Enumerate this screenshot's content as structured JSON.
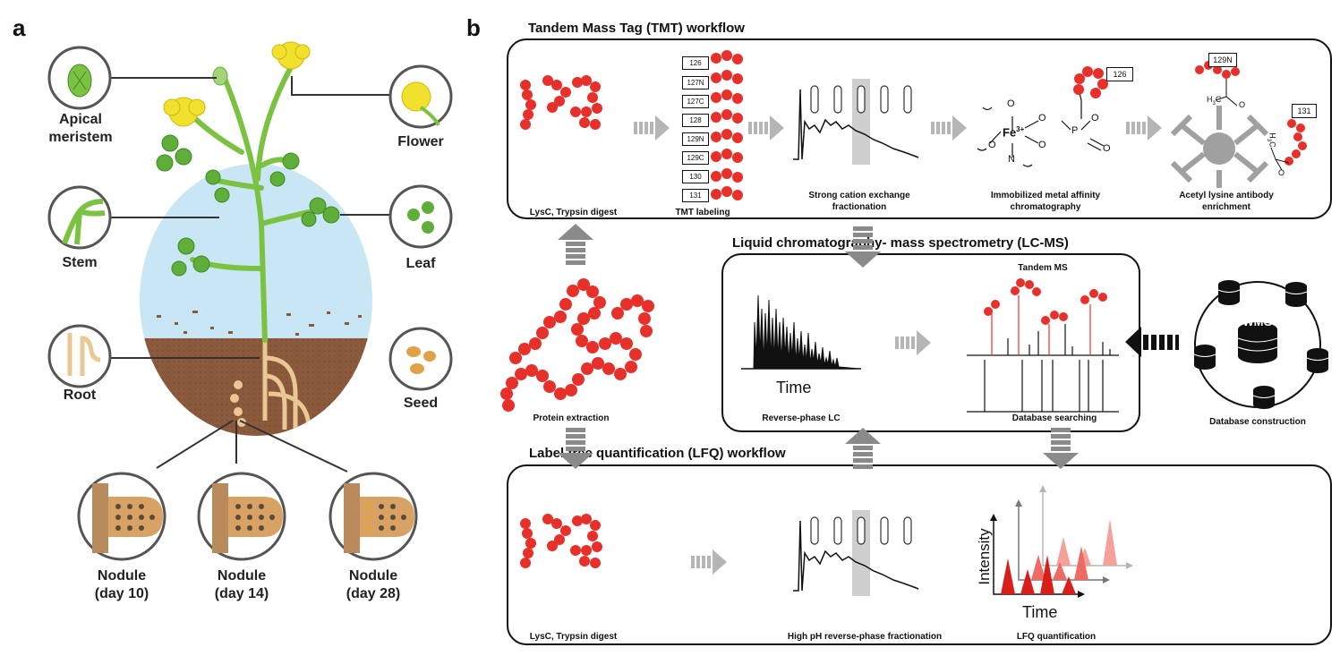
{
  "panel_a": {
    "letter": "a",
    "labels": {
      "apical": [
        "Apical",
        "meristem"
      ],
      "flower": "Flower",
      "stem": "Stem",
      "leaf": "Leaf",
      "root": "Root",
      "seed": "Seed",
      "nodule10": [
        "Nodule",
        "(day 10)"
      ],
      "nodule14": [
        "Nodule",
        "(day 14)"
      ],
      "nodule28": [
        "Nodule",
        "(day 28)"
      ]
    }
  },
  "panel_b": {
    "letter": "b",
    "tmt": {
      "title": "Tandem Mass Tag (TMT) workflow",
      "digest": "LysC, Trypsin digest",
      "labeling": "TMT labeling",
      "tags": [
        "126",
        "127N",
        "127C",
        "128",
        "129N",
        "129C",
        "130",
        "131"
      ],
      "scx": [
        "Strong cation exchange",
        "fractionation"
      ],
      "imac": [
        "Immobilized metal affinity",
        "chromatography"
      ],
      "acetyl": [
        "Acetyl lysine antibody",
        "enrichment"
      ],
      "imac_tag": "126",
      "acetyl_tags": [
        "129N",
        "131"
      ],
      "chem": {
        "fe": "Fe",
        "fe_sup": "3+",
        "o": "O",
        "n": "N",
        "p": "P",
        "h3c": "H",
        "h3c_sub": "3",
        "c": "C"
      }
    },
    "lcms": {
      "title": "Liquid chromatography- mass spectrometry (LC-MS)",
      "time": "Time",
      "rplc": "Reverse-phase LC",
      "tandem": "Tandem MS",
      "dbsearch": "Database searching"
    },
    "db": {
      "center": "WMG",
      "caption": "Database construction"
    },
    "protein": "Protein extraction",
    "lfq": {
      "title": "Label free quantification (LFQ) workflow",
      "digest": "LysC, Trypsin digest",
      "hph": "High pH reverse-phase fractionation",
      "quant": "LFQ quantification",
      "ylabel": "Intensity",
      "xlabel": "Time"
    }
  },
  "colors": {
    "peptide": "#e8302a",
    "green": "#7cc242",
    "soil": "#8b5a3c",
    "sky": "#c9e6f5",
    "arrow_gray": "#8a8a8a",
    "light_arrow": "#b5b5b5"
  }
}
